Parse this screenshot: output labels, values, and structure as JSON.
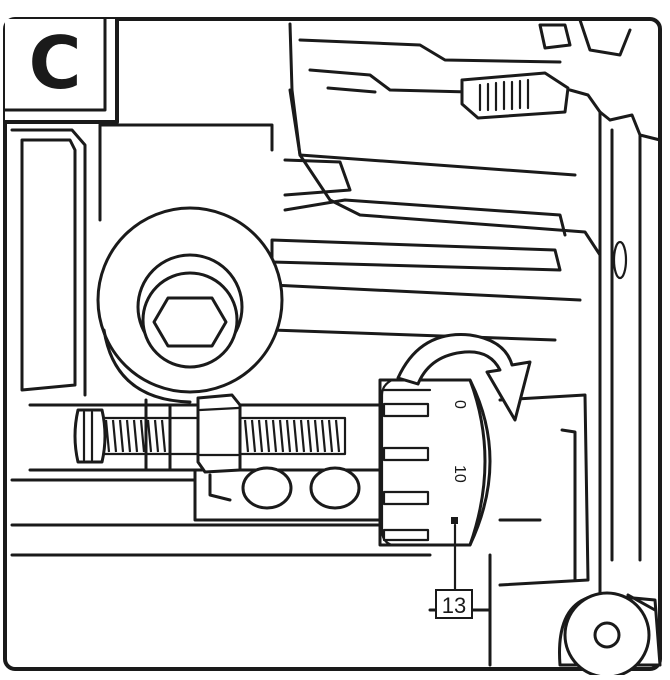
{
  "panel": {
    "letter": "C"
  },
  "dial": {
    "scale_labels": [
      "0",
      "10"
    ]
  },
  "callout": {
    "number": "13"
  },
  "colors": {
    "line": "#1a1a1a",
    "background": "#ffffff"
  },
  "icons": {
    "rotation": "curved-arrow-icon"
  }
}
